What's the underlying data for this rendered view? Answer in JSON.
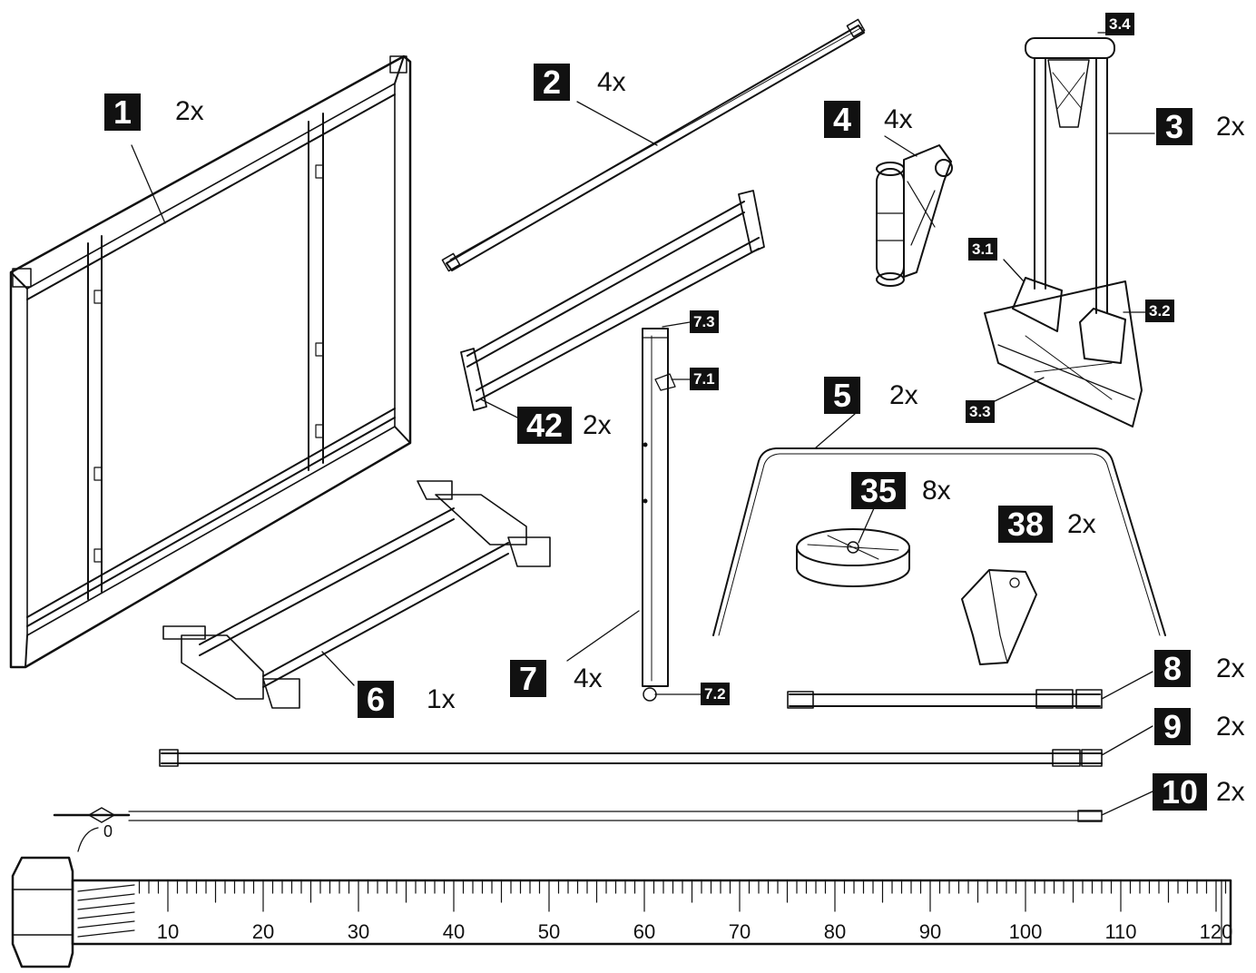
{
  "parts": [
    {
      "id": "p1",
      "number": "1",
      "qty": "2x"
    },
    {
      "id": "p2",
      "number": "2",
      "qty": "4x"
    },
    {
      "id": "p3",
      "number": "3",
      "qty": "2x"
    },
    {
      "id": "p4",
      "number": "4",
      "qty": "4x"
    },
    {
      "id": "p5",
      "number": "5",
      "qty": "2x"
    },
    {
      "id": "p6",
      "number": "6",
      "qty": "1x"
    },
    {
      "id": "p7",
      "number": "7",
      "qty": "4x"
    },
    {
      "id": "p8",
      "number": "8",
      "qty": "2x"
    },
    {
      "id": "p9",
      "number": "9",
      "qty": "2x"
    },
    {
      "id": "p10",
      "number": "10",
      "qty": "2x"
    },
    {
      "id": "p35",
      "number": "35",
      "qty": "8x"
    },
    {
      "id": "p38",
      "number": "38",
      "qty": "2x"
    },
    {
      "id": "p42",
      "number": "42",
      "qty": "2x"
    }
  ],
  "subparts": [
    "3.1",
    "3.2",
    "3.3",
    "3.4",
    "7.1",
    "7.2",
    "7.3"
  ],
  "ruler": {
    "zero_label": "0",
    "tick_labels": [
      "10",
      "20",
      "30",
      "40",
      "50",
      "60",
      "70",
      "80",
      "90",
      "100",
      "110",
      "120"
    ]
  }
}
